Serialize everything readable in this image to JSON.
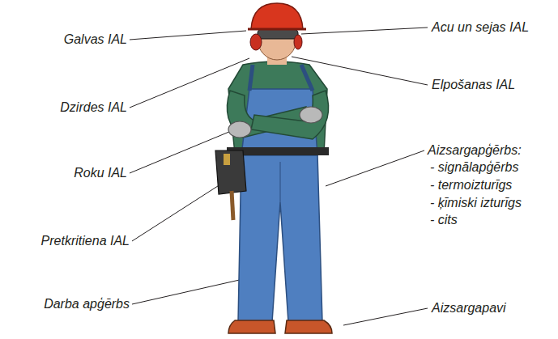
{
  "diagram": {
    "labels": [
      "Galvas IAL",
      "Acu un sejas IAL",
      "Dzirdes IAL",
      "Elpošanas IAL",
      "Roku IAL",
      "Aizsargapģērbs:",
      "- signālapģērbs",
      "- termoizturīgs",
      "- ķīmiski izturīgs",
      "- cits",
      "Pretkritiena IAL",
      "Darba apģērbs",
      "Aizsargapavi"
    ]
  }
}
